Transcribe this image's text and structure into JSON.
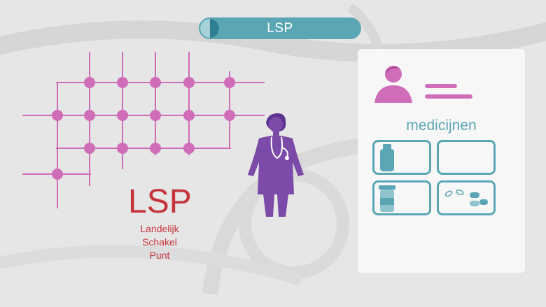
{
  "header": {
    "title": "LSP"
  },
  "lsp": {
    "acronym": "LSP",
    "words": [
      "Landelijk",
      "Schakel",
      "Punt"
    ]
  },
  "panel": {
    "title": "medicijnen"
  },
  "colors": {
    "magenta": "#cf6db9",
    "purple": "#7c4aa8",
    "teal": "#5aa6b5",
    "red": "#c5343a",
    "panel_bg": "#f7f7f7"
  }
}
